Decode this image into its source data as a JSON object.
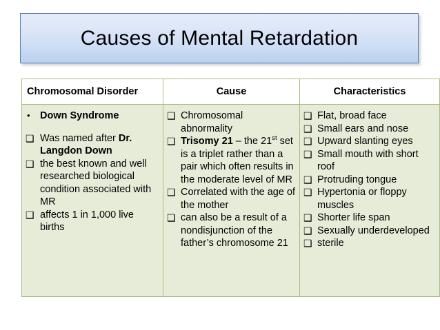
{
  "slide": {
    "title": "Causes of Mental Retardation"
  },
  "table": {
    "headers": [
      "Chromosomal Disorder",
      "Cause",
      "Characteristics"
    ],
    "columns": {
      "chromosomal_disorder": {
        "items": [
          {
            "marker": "•",
            "text": "Down Syndrome",
            "bold": true,
            "gap_after": true
          },
          {
            "marker": "❑",
            "text": "Was named after ",
            "bold_tail": "Dr. Langdon Down"
          },
          {
            "marker": "❑",
            "text": " the best known and well researched biological condition associated with MR"
          },
          {
            "marker": "❑",
            "text": " affects 1 in 1,000 live births"
          }
        ]
      },
      "cause": {
        "items": [
          {
            "marker": "❑",
            "text": "Chromosomal abnormality"
          },
          {
            "marker": "❑",
            "bold_head": "Trisomy 21",
            "text": " – the 21",
            "superscript": "st",
            "text_tail": " set is a triplet rather than a pair which often results in the moderate level of MR"
          },
          {
            "marker": "❑",
            "text": "Correlated with the age of the mother"
          },
          {
            "marker": "❑",
            "text": "can also be a result of a nondisjunction of the father’s chromosome 21"
          }
        ]
      },
      "characteristics": {
        "items": [
          {
            "marker": "❑",
            "text": "Flat, broad face"
          },
          {
            "marker": "❑",
            "text": "Small ears and nose"
          },
          {
            "marker": "❑",
            "text": "Upward slanting eyes"
          },
          {
            "marker": "❑",
            "text": "Small mouth with short roof"
          },
          {
            "marker": "❑",
            "text": "Protruding tongue"
          },
          {
            "marker": "❑",
            "text": "Hypertonia or floppy muscles"
          },
          {
            "marker": "❑",
            "text": "Shorter life span"
          },
          {
            "marker": "❑",
            "text": "Sexually underdeveloped"
          },
          {
            "marker": "❑",
            "text": "sterile"
          }
        ]
      }
    }
  },
  "colors": {
    "banner_border": "#5b7ca8",
    "banner_top": "#e4ecfa",
    "banner_bottom": "#b9d0f0",
    "table_border": "#a9bd7f",
    "cell_background": "#e7ecd9",
    "header_background": "#ffffff",
    "text": "#000000"
  }
}
